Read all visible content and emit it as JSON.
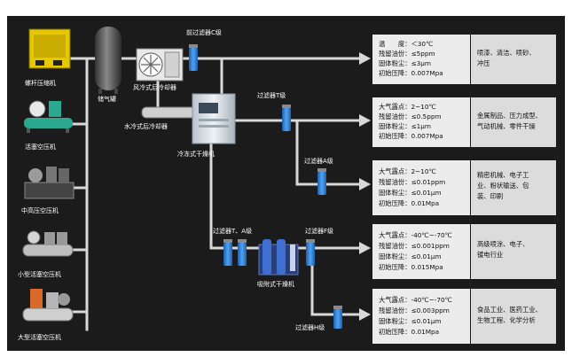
{
  "colors": {
    "background": "#1b1b1b",
    "pipe": "#d8d8d8",
    "filter_blue": "#2f7fd6",
    "spec_box": "#ececec",
    "app_box": "#dcdcdc"
  },
  "compressors": [
    {
      "label": "螺杆压缩机",
      "icon": "screw-compressor-icon"
    },
    {
      "label": "活塞空压机",
      "icon": "piston-compressor-icon"
    },
    {
      "label": "中高压空压机",
      "icon": "medium-high-pressure-compressor-icon"
    },
    {
      "label": "小型活塞空压机",
      "icon": "small-piston-compressor-icon"
    },
    {
      "label": "大型活塞空压机",
      "icon": "large-piston-compressor-icon"
    }
  ],
  "components": {
    "tank": "储气罐",
    "air_cooler": "风冷式后冷却器",
    "water_cooler": "水冷式后冷却器",
    "dryer": "冷冻式干燥机",
    "adsorption_dryer": "吸附式干燥机",
    "filter_c": "前过滤器C级",
    "filter_t": "过滤器T级",
    "filter_a": "过滤器A级",
    "filter_ta": "过滤器T、A级",
    "filter_f": "过滤器F级",
    "filter_h": "过滤器H级"
  },
  "outputs": [
    {
      "specs": [
        "温　　度：＜30℃",
        "残留油份：≤5ppm",
        "固体粉尘：≤3μm",
        "初始压降：0.007Mpa"
      ],
      "application": [
        "喷漆、清洁、喷砂、",
        "冲压"
      ]
    },
    {
      "specs": [
        "大气露点：2~10℃",
        "残留油份：≤0.5ppm",
        "固体粉尘：≤1μm",
        "初始压降：0.007Mpa"
      ],
      "application": [
        "金属制品、压力成型、",
        "气动机械、零件干燥"
      ]
    },
    {
      "specs": [
        "大气露点：2~10℃",
        "残留油份：≤0.01ppm",
        "固体粉尘：≤0.01μm",
        "初始压降：0.01Mpa"
      ],
      "application": [
        "精密机械、电子工",
        "业、粉状输送、包",
        "装、印刷"
      ]
    },
    {
      "specs": [
        "大气露点：-40℃~-70℃",
        "残留油份：≤0.001ppm",
        "固体粉尘：≤0.01μm",
        "初始压降：0.015Mpa"
      ],
      "application": [
        "高级喷涂、电子、",
        "镀电行业"
      ]
    },
    {
      "specs": [
        "大气露点：-40℃~-70℃",
        "残留油份：≤0.003ppm",
        "固体粉尘：≤0.01μm",
        "初始压降：0.01Mpa"
      ],
      "application": [
        "食品工业、医药工业、",
        "生物工程、化学分析"
      ]
    }
  ]
}
